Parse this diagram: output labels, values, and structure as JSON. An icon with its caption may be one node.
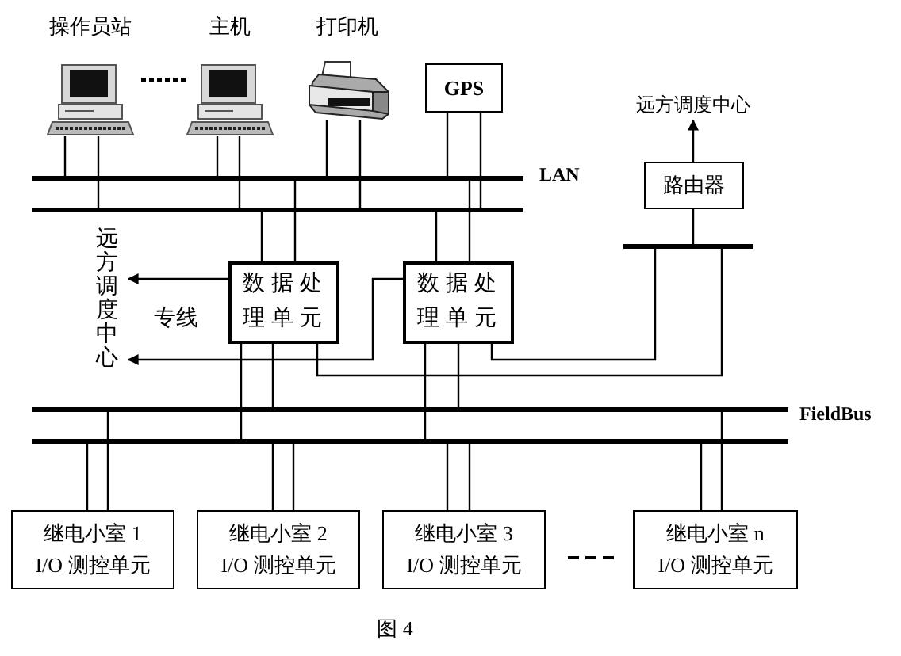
{
  "diagram": {
    "caption": "图 4",
    "nodes": [
      {
        "text": [
          "操作员站"
        ]
      },
      {
        "text": [
          "主机"
        ]
      },
      {
        "text": [
          "打印机"
        ]
      },
      {
        "text": [
          "GPS"
        ]
      },
      {
        "text": [
          "LAN"
        ]
      },
      {
        "text": [],
        "shape": "bar"
      },
      {
        "text": [
          "路由器"
        ]
      },
      {
        "text": [
          "远方调度中心"
        ]
      },
      {
        "text": [],
        "shape": "bar"
      },
      {
        "text": [
          "数据处理单元"
        ]
      },
      {
        "text": [
          "数据处理单元"
        ]
      },
      {
        "text": [
          "远方调度中心"
        ]
      },
      {
        "text": [
          "FieldBus"
        ]
      },
      {
        "text": [],
        "shape": "bar"
      },
      {
        "text": [
          "继电小室 1",
          "I/O 测控单元"
        ]
      },
      {
        "text": [
          "继电小室 2",
          "I/O 测控单元"
        ]
      },
      {
        "text": [
          "继电小室 3",
          "I/O 测控单元"
        ]
      },
      {
        "text": [
          "继电小室 n",
          "I/O 测控单元"
        ]
      }
    ],
    "edges": [
      {
        "from": 0,
        "to": 4,
        "arrow": "none"
      },
      {
        "from": 0,
        "to": 5,
        "arrow": "none"
      },
      {
        "from": 1,
        "to": 4,
        "arrow": "none"
      },
      {
        "from": 1,
        "to": 5,
        "arrow": "none"
      },
      {
        "from": 2,
        "to": 4,
        "arrow": "none"
      },
      {
        "from": 2,
        "to": 5,
        "arrow": "none"
      },
      {
        "from": 3,
        "to": 4,
        "arrow": "none"
      },
      {
        "from": 3,
        "to": 5,
        "arrow": "none"
      },
      {
        "from": 9,
        "to": 5,
        "arrow": "none"
      },
      {
        "from": 9,
        "to": 4,
        "arrow": "none"
      },
      {
        "from": 10,
        "to": 5,
        "arrow": "none"
      },
      {
        "from": 10,
        "to": 4,
        "arrow": "none"
      },
      {
        "from": 6,
        "to": 7,
        "arrow": "to"
      },
      {
        "from": 6,
        "to": 8,
        "arrow": "none"
      },
      {
        "from": 9,
        "to": 11,
        "arrow": "to"
      },
      {
        "from": 10,
        "to": 11,
        "arrow": "to"
      },
      {
        "from": 10,
        "to": 8,
        "arrow": "none"
      },
      {
        "from": 9,
        "to": 8,
        "arrow": "none"
      },
      {
        "from": 9,
        "to": 13,
        "arrow": "none"
      },
      {
        "from": 9,
        "to": 12,
        "arrow": "none"
      },
      {
        "from": 10,
        "to": 13,
        "arrow": "none"
      },
      {
        "from": 10,
        "to": 12,
        "arrow": "none"
      },
      {
        "from": 14,
        "to": 13,
        "arrow": "none"
      },
      {
        "from": 14,
        "to": 12,
        "arrow": "none"
      },
      {
        "from": 15,
        "to": 13,
        "arrow": "none"
      },
      {
        "from": 15,
        "to": 13,
        "arrow": "none"
      },
      {
        "from": 16,
        "to": 13,
        "arrow": "none"
      },
      {
        "from": 16,
        "to": 13,
        "arrow": "none"
      },
      {
        "from": 17,
        "to": 13,
        "arrow": "none"
      },
      {
        "from": 17,
        "to": 12,
        "arrow": "none"
      }
    ],
    "labels": [
      "专线"
    ]
  }
}
